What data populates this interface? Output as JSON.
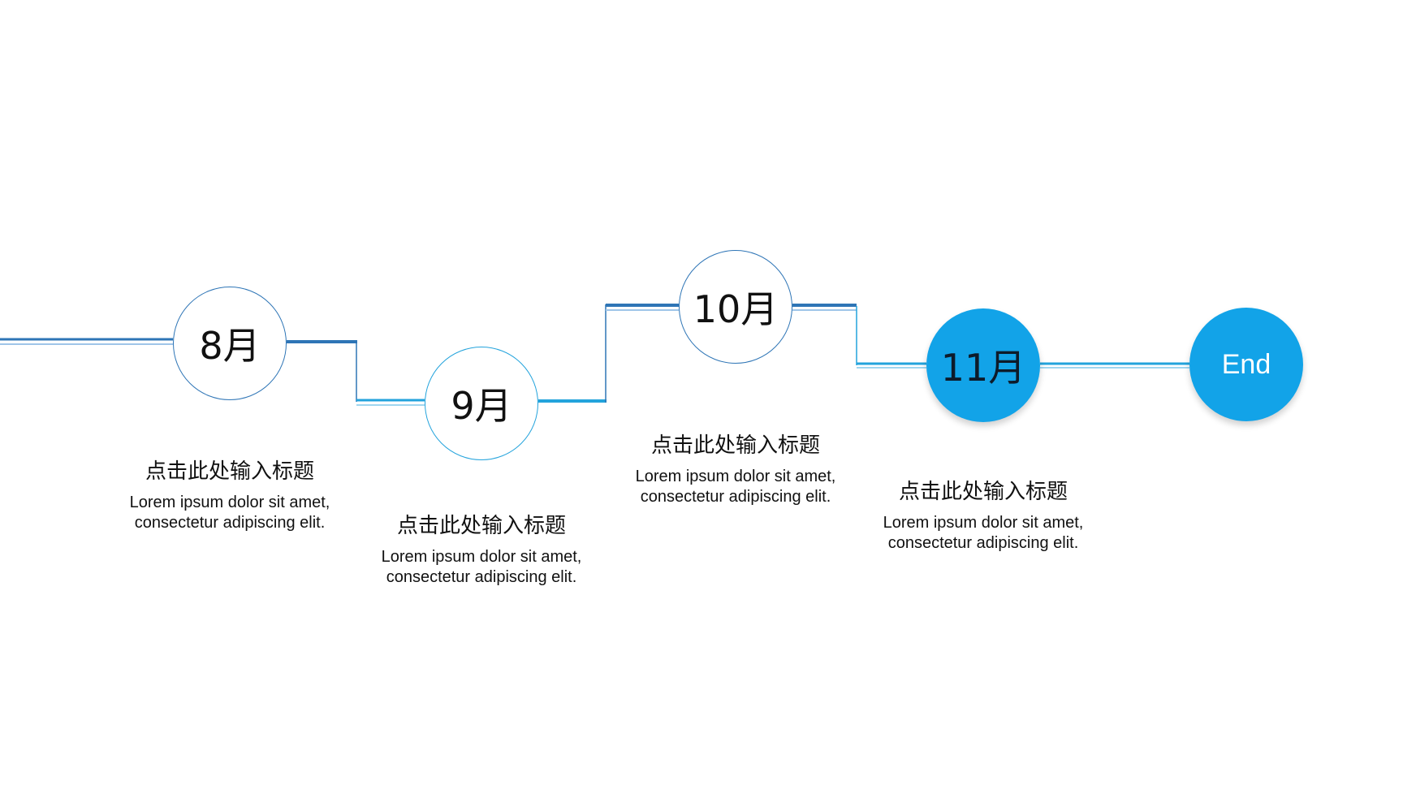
{
  "colors": {
    "dark_line": "#2e75b6",
    "light_line": "#23a3dc",
    "accent": "#12a3e8"
  },
  "timeline": {
    "nodes": [
      {
        "label": "8月",
        "style": "outline"
      },
      {
        "label": "9月",
        "style": "outline-light"
      },
      {
        "label": "10月",
        "style": "outline"
      },
      {
        "label": "11月",
        "style": "filled"
      },
      {
        "label": "End",
        "style": "end"
      }
    ],
    "items": [
      {
        "title": "点击此处输入标题",
        "line1": "Lorem ipsum dolor sit amet,",
        "line2": "consectetur adipiscing elit."
      },
      {
        "title": "点击此处输入标题",
        "line1": "Lorem ipsum dolor sit amet,",
        "line2": "consectetur adipiscing elit."
      },
      {
        "title": "点击此处输入标题",
        "line1": "Lorem ipsum dolor sit amet,",
        "line2": "consectetur adipiscing elit."
      },
      {
        "title": "点击此处输入标题",
        "line1": "Lorem ipsum dolor sit amet,",
        "line2": "consectetur adipiscing elit."
      }
    ]
  }
}
